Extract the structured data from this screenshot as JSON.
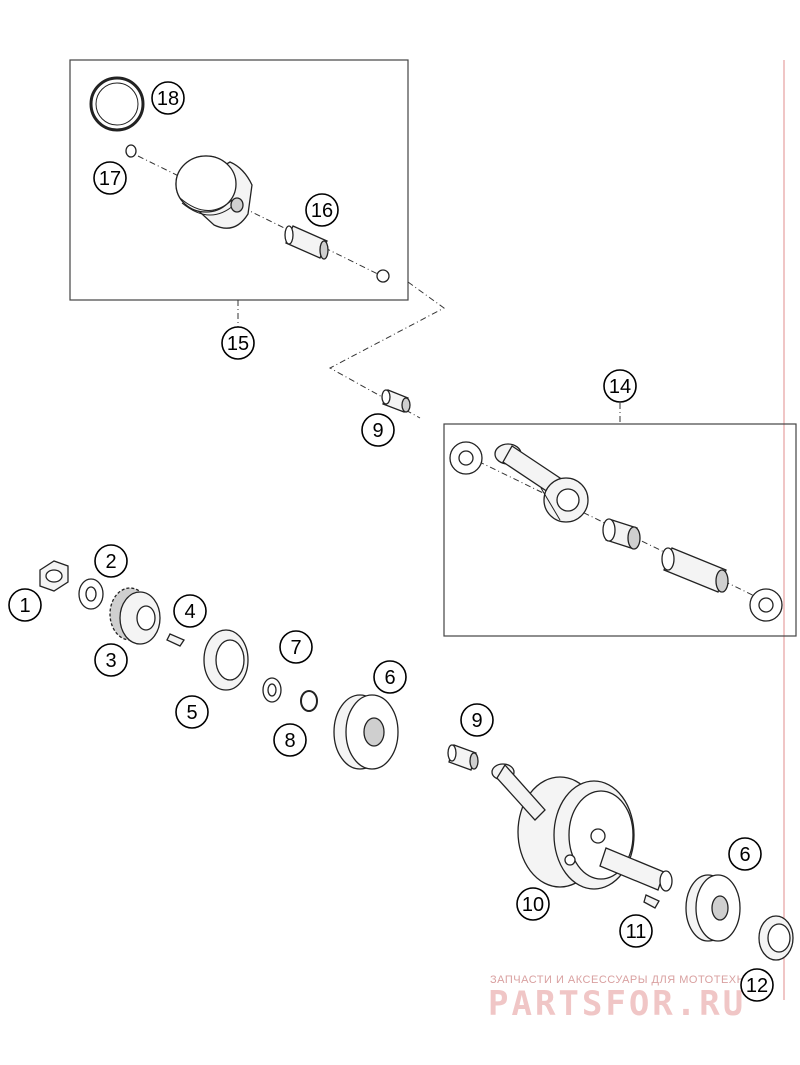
{
  "callouts": {
    "c1": "1",
    "c2": "2",
    "c3": "3",
    "c4": "4",
    "c5": "5",
    "c6a": "6",
    "c6b": "6",
    "c7": "7",
    "c8": "8",
    "c9a": "9",
    "c9b": "9",
    "c10": "10",
    "c11": "11",
    "c12": "12",
    "c14": "14",
    "c15": "15",
    "c16": "16",
    "c17": "17",
    "c18": "18"
  },
  "watermark": {
    "tagline": "ЗАПЧАСТИ И АКСЕССУАРЫ ДЛЯ МОТОТЕХНИКИ",
    "brand": "PARTSFOR.RU"
  }
}
